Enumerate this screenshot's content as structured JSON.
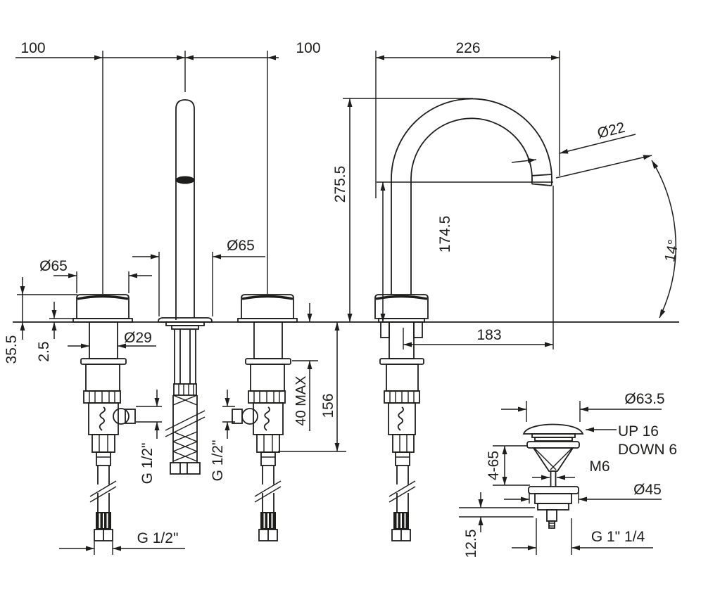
{
  "drawing": {
    "background": "#ffffff",
    "line_color": "#1d1d1b",
    "labels": {
      "dim_100_left": "100",
      "dim_100_right": "100",
      "dim_226": "226",
      "dim_275_5": "275.5",
      "dim_174_5": "174.5",
      "dim_o22": "Ø22",
      "dim_14deg": "14°",
      "dim_o65_left": "Ø65",
      "dim_o65_mid": "Ø65",
      "dim_35_5": "35.5",
      "dim_2_5": "2.5",
      "dim_o29": "Ø29",
      "dim_183": "183",
      "dim_40max": "40 MAX",
      "dim_156": "156",
      "dim_g12_left": "G 1/2\"",
      "dim_g12_mid": "G 1/2\"",
      "dim_g12_bottom": "G 1/2\"",
      "dim_o63_5": "Ø63.5",
      "dim_up16": "UP 16",
      "dim_down6": "DOWN 6",
      "dim_m6": "M6",
      "dim_4_65": "4-65",
      "dim_o45": "Ø45",
      "dim_12_5": "12.5",
      "dim_g114": "G 1\" 1/4"
    }
  }
}
